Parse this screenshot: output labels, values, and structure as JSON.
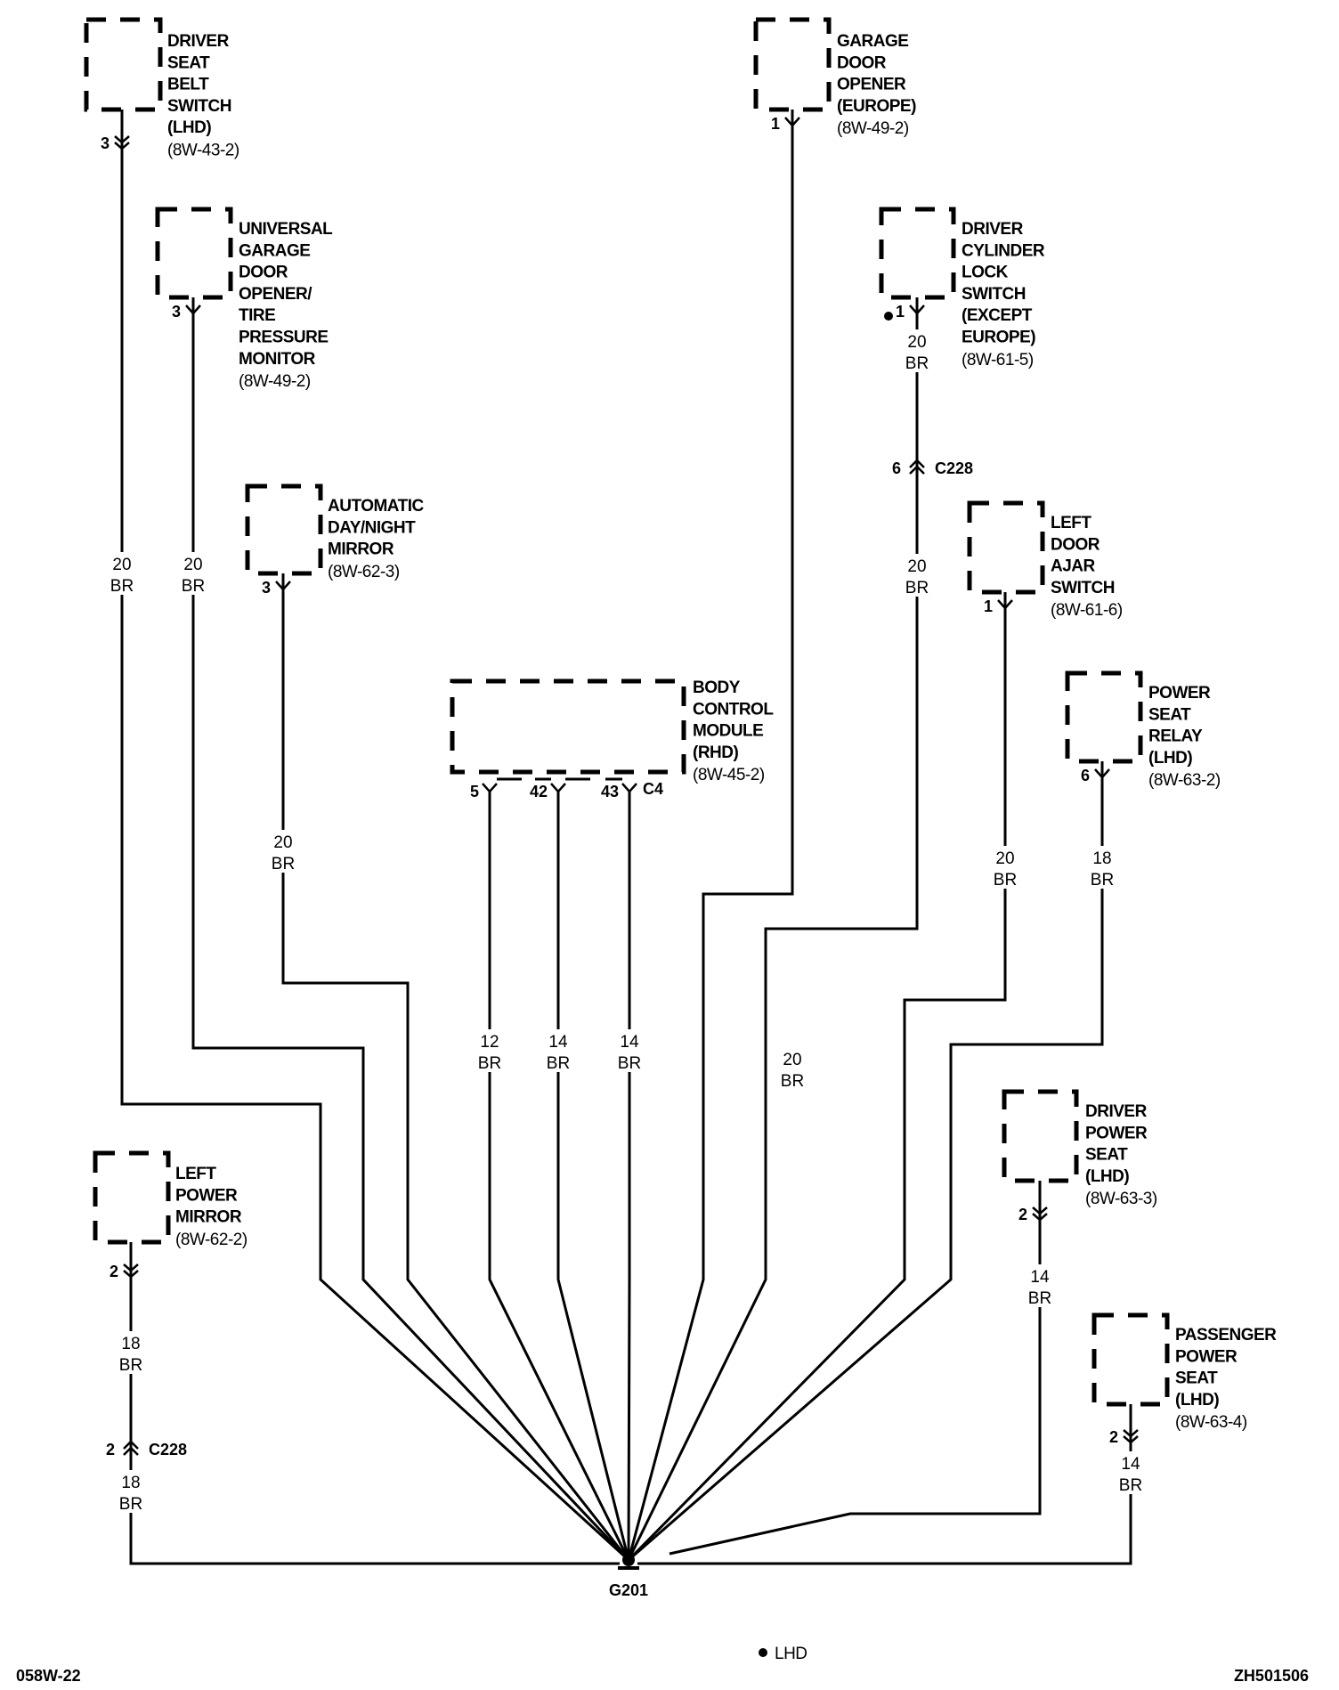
{
  "diagram": {
    "title_ref": "058W-22",
    "figure_id": "ZH501506",
    "legend": {
      "symbol": "dot",
      "label": "LHD"
    },
    "ground": {
      "name": "G201"
    },
    "components": [
      {
        "id": "driver-seat-belt-switch",
        "lines": [
          "DRIVER",
          "SEAT",
          "BELT",
          "SWITCH",
          "(LHD)"
        ],
        "ref": "(8W-43-2)",
        "pin": "3",
        "pin_style": "double-chevron-down",
        "wire_gauge": "20",
        "wire_color": "BR"
      },
      {
        "id": "universal-garage-door-opener",
        "lines": [
          "UNIVERSAL",
          "GARAGE",
          "DOOR",
          "OPENER/",
          "TIRE",
          "PRESSURE",
          "MONITOR"
        ],
        "ref": "(8W-49-2)",
        "pin": "3",
        "pin_style": "female",
        "wire_gauge": "20",
        "wire_color": "BR"
      },
      {
        "id": "automatic-day-night-mirror",
        "lines": [
          "AUTOMATIC",
          "DAY/NIGHT",
          "MIRROR"
        ],
        "ref": "(8W-62-3)",
        "pin": "3",
        "pin_style": "female",
        "wire_gauge": "20",
        "wire_color": "BR"
      },
      {
        "id": "body-control-module",
        "lines": [
          "BODY",
          "CONTROL",
          "MODULE",
          "(RHD)"
        ],
        "ref": "(8W-45-2)",
        "connector": "C4",
        "pins": [
          {
            "pin": "5",
            "wire_gauge": "12",
            "wire_color": "BR"
          },
          {
            "pin": "42",
            "wire_gauge": "14",
            "wire_color": "BR"
          },
          {
            "pin": "43",
            "wire_gauge": "14",
            "wire_color": "BR"
          }
        ]
      },
      {
        "id": "garage-door-opener-europe",
        "lines": [
          "GARAGE",
          "DOOR",
          "OPENER",
          "(EUROPE)"
        ],
        "ref": "(8W-49-2)",
        "pin": "1",
        "pin_style": "female",
        "wire_gauge": "20",
        "wire_color": "BR"
      },
      {
        "id": "driver-cylinder-lock-switch",
        "lines": [
          "DRIVER",
          "CYLINDER",
          "LOCK",
          "SWITCH",
          "(EXCEPT",
          "EUROPE)"
        ],
        "ref": "(8W-61-5)",
        "pin": "1",
        "pin_style": "female",
        "lhd_marker": true,
        "wire_gauge": "20",
        "wire_color": "BR",
        "inline_connector": {
          "name": "C228",
          "pin": "6"
        },
        "wire_gauge_after": "20",
        "wire_color_after": "BR"
      },
      {
        "id": "left-door-ajar-switch",
        "lines": [
          "LEFT",
          "DOOR",
          "AJAR",
          "SWITCH"
        ],
        "ref": "(8W-61-6)",
        "pin": "1",
        "pin_style": "female",
        "wire_gauge": "20",
        "wire_color": "BR"
      },
      {
        "id": "power-seat-relay",
        "lines": [
          "POWER",
          "SEAT",
          "RELAY",
          "(LHD)"
        ],
        "ref": "(8W-63-2)",
        "pin": "6",
        "pin_style": "female",
        "wire_gauge": "18",
        "wire_color": "BR"
      },
      {
        "id": "driver-power-seat",
        "lines": [
          "DRIVER",
          "POWER",
          "SEAT",
          "(LHD)"
        ],
        "ref": "(8W-63-3)",
        "pin": "2",
        "pin_style": "double-chevron-down",
        "wire_gauge": "14",
        "wire_color": "BR"
      },
      {
        "id": "passenger-power-seat",
        "lines": [
          "PASSENGER",
          "POWER",
          "SEAT",
          "(LHD)"
        ],
        "ref": "(8W-63-4)",
        "pin": "2",
        "pin_style": "double-chevron-down",
        "wire_gauge": "14",
        "wire_color": "BR"
      },
      {
        "id": "left-power-mirror",
        "lines": [
          "LEFT",
          "POWER",
          "MIRROR"
        ],
        "ref": "(8W-62-2)",
        "pin": "2",
        "pin_style": "double-chevron-down",
        "wire_gauge": "18",
        "wire_color": "BR",
        "inline_connector": {
          "name": "C228",
          "pin": "2"
        },
        "wire_gauge_after": "18",
        "wire_color_after": "BR"
      }
    ]
  }
}
